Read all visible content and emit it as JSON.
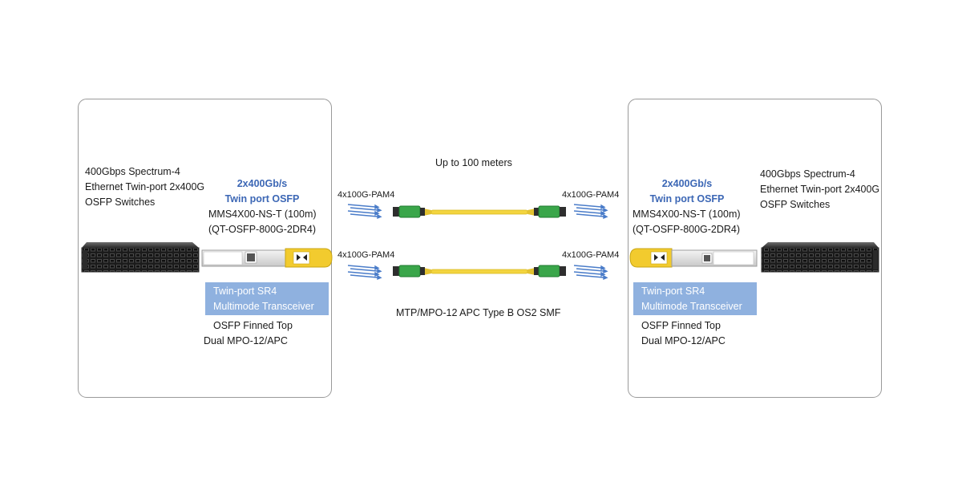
{
  "left": {
    "switch_desc": [
      "400Gbps  Spectrum-4",
      "Ethernet Twin-port 2x400G",
      "OSFP Switches"
    ],
    "title": [
      "2x400Gb/s",
      "Twin port OSFP"
    ],
    "model": [
      "MMS4X00-NS-T (100m)",
      "(QT-OSFP-800G-2DR4)"
    ],
    "callout": [
      "Twin-port SR4",
      "Multimode Transceiver"
    ],
    "notes": [
      "OSFP Finned Top",
      "Dual MPO-12/APC"
    ]
  },
  "right": {
    "switch_desc": [
      "400Gbps  Spectrum-4",
      "Ethernet Twin-port 2x400G",
      "OSFP Switches"
    ],
    "title": [
      "2x400Gb/s",
      "Twin port OSFP"
    ],
    "model": [
      "MMS4X00-NS-T (100m)",
      "(QT-OSFP-800G-2DR4)"
    ],
    "callout": [
      "Twin-port SR4",
      "Multimode Transceiver"
    ],
    "notes": [
      "OSFP Finned Top",
      "Dual MPO-12/APC"
    ]
  },
  "link": {
    "distance": "Up to 100 meters",
    "cable_type": "MTP/MPO-12 APC Type B OS2 SMF",
    "lane_labels": {
      "top_left": "4x100G-PAM4",
      "top_right": "4x100G-PAM4",
      "bottom_left": "4x100G-PAM4",
      "bottom_right": "4x100G-PAM4"
    }
  },
  "colors": {
    "title_blue": "#3c67b5",
    "callout_bg": "#8fb1df",
    "cable_yellow": "#f3d43f",
    "connector_green": "#3aa64a",
    "arrow_blue": "#4a7cc9",
    "module_handle": "#f2cb2e",
    "panel_border": "#9a9a9a"
  }
}
